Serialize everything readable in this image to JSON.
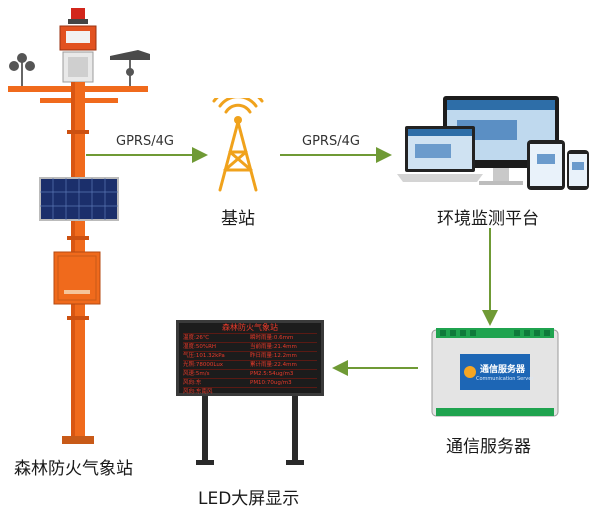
{
  "nodes": {
    "station": {
      "label": "森林防火气象站"
    },
    "base": {
      "label": "基站"
    },
    "platform": {
      "label": "环境监测平台"
    },
    "server": {
      "label": "通信服务器",
      "brand": "通信服务器",
      "sub": "Communication Server"
    },
    "led": {
      "label": "LED大屏显示"
    }
  },
  "links": {
    "station_to_base": "GPRS/4G",
    "base_to_platform": "GPRS/4G"
  },
  "led_screen": {
    "title": "森林防火气象站",
    "rows": [
      [
        "温度:26℃",
        "瞬时雨量:0.6mm"
      ],
      [
        "湿度:50%RH",
        "当前雨量:21.4mm"
      ],
      [
        "气压:101.32kPa",
        "昨日雨量:12.2mm"
      ],
      [
        "光照:78000Lux",
        "累计雨量:22.4mm"
      ],
      [
        "风速:5m/s",
        "PM2.5:54ug/m3"
      ],
      [
        "风向:东",
        "PM10:70ug/m3"
      ],
      [
        "风向:东南风",
        ""
      ]
    ]
  },
  "colors": {
    "pole": "#f06a1c",
    "arrow": "#6f9a35",
    "led_text": "#e83a2a",
    "tower": "#f0a21c"
  }
}
